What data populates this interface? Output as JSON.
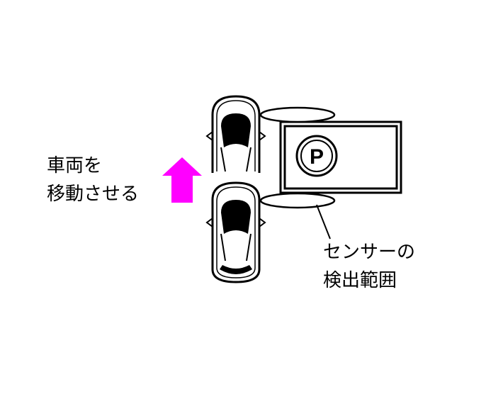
{
  "move_label": {
    "line1": "車両を",
    "line2": "移動させる"
  },
  "sensor_label": {
    "line1": "センサーの",
    "line2": "検出範囲"
  },
  "parking_sign": {
    "letter": "P"
  },
  "colors": {
    "arrow": "#ff00ff",
    "stroke": "#000000",
    "background": "#ffffff"
  },
  "icons": [
    "car-top-view-icon",
    "up-arrow-icon",
    "parking-sign-icon",
    "sensor-zone-ellipse"
  ]
}
